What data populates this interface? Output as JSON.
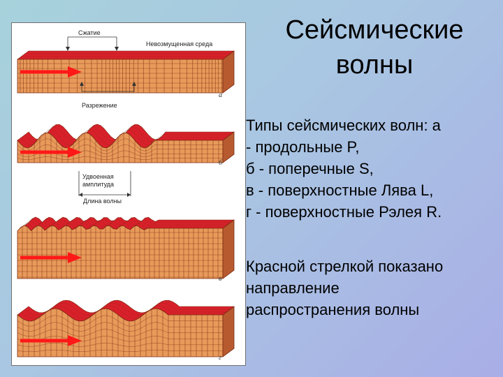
{
  "title": {
    "line1": "Сейсмические",
    "line2": "волны"
  },
  "description": {
    "lines": [
      "Типы сейсмических волн: а",
      "- продольные P,",
      " б - поперечные S,",
      " в - поверхностные Лява L,",
      "г - поверхностные Рэлея R."
    ]
  },
  "note": {
    "lines": [
      "Красной стрелкой показано",
      "направление",
      "распространения волны"
    ]
  },
  "figure": {
    "labels": {
      "compression": "Сжатие",
      "undisturbed": "Невозмущенная среда",
      "rarefaction": "Разрежение",
      "double_amplitude_1": "Удвоенная",
      "double_amplitude_2": "амплитуда",
      "wavelength": "Длина волны"
    },
    "panel_letters": [
      "а",
      "б",
      "в",
      "г"
    ]
  },
  "colors": {
    "top_face": "#d8202a",
    "front_face": "#e89a5a",
    "side_face": "#b85a30",
    "grid_line": "#7a2a10",
    "arrow": "#ff1818"
  }
}
